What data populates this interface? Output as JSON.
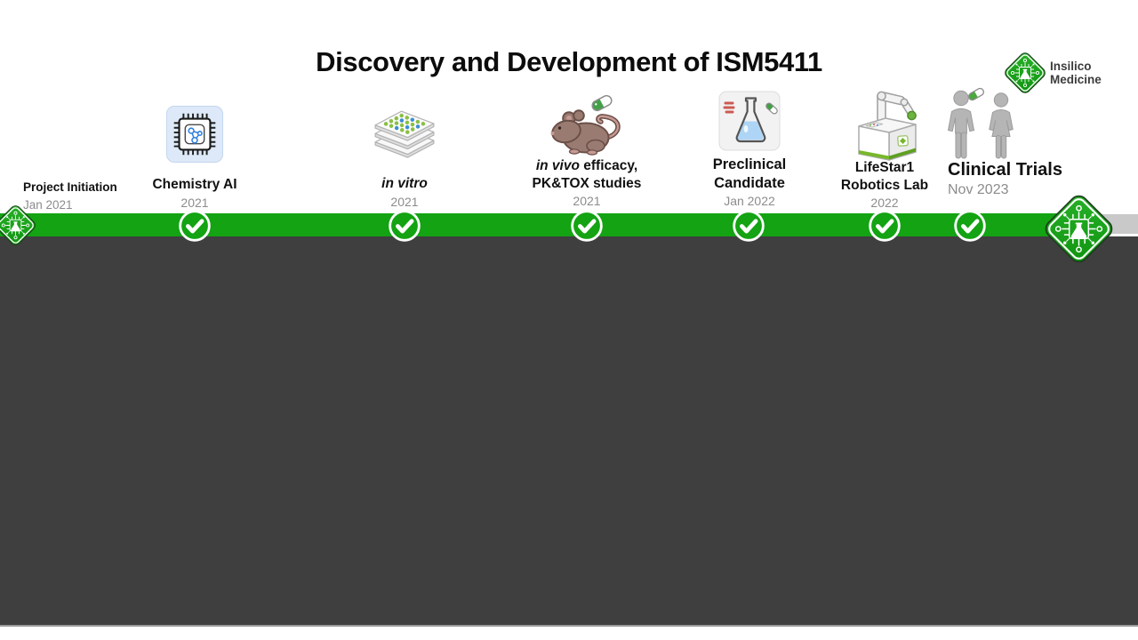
{
  "title": "Discovery and Development of ISM5411",
  "brand": {
    "name_line1": "Insilico",
    "name_line2": "Medicine",
    "logo_icon": "insilico-diamond-logo"
  },
  "milestones": [
    {
      "name": "project-initiation",
      "icon": "none",
      "title_line1": "Project Initiation",
      "date": "Jan 2021",
      "completed": false
    },
    {
      "name": "chemistry-ai",
      "icon": "ai-chip-icon",
      "title_line1": "Chemistry AI",
      "date": "2021",
      "completed": true
    },
    {
      "name": "in-vitro",
      "icon": "microplates-icon",
      "title_italic": "in vitro",
      "date": "2021",
      "completed": true
    },
    {
      "name": "in-vivo",
      "icon": "mouse-icon",
      "title_italic": "in vivo",
      "title_after_italic": " efficacy,",
      "title_line2": "PK&TOX studies",
      "date": "2021",
      "completed": true
    },
    {
      "name": "preclinical-candidate",
      "icon": "flask-icon",
      "title_line1": "Preclinical",
      "title_line2": "Candidate",
      "date": "Jan 2022",
      "completed": true
    },
    {
      "name": "lifestar1-robotics-lab",
      "icon": "robot-arm-icon",
      "title_line1": "LifeStar1",
      "title_line2": "Robotics Lab",
      "date": "2022",
      "completed": true
    },
    {
      "name": "clinical-trials",
      "icon": "people-icon",
      "title_line1": "Clinical Trials",
      "date": "Nov 2023",
      "completed": true
    }
  ],
  "timeline": {
    "check_icon": "check-icon",
    "endpoint_icon": "insilico-diamond-logo",
    "completed_checks": 6
  },
  "colors": {
    "accent_green": "#13A313",
    "upcoming_color": "#C9C9C9",
    "dark_panel": "#3F3F3F",
    "date_text": "#8C8C8C",
    "title_text": "#111111"
  }
}
